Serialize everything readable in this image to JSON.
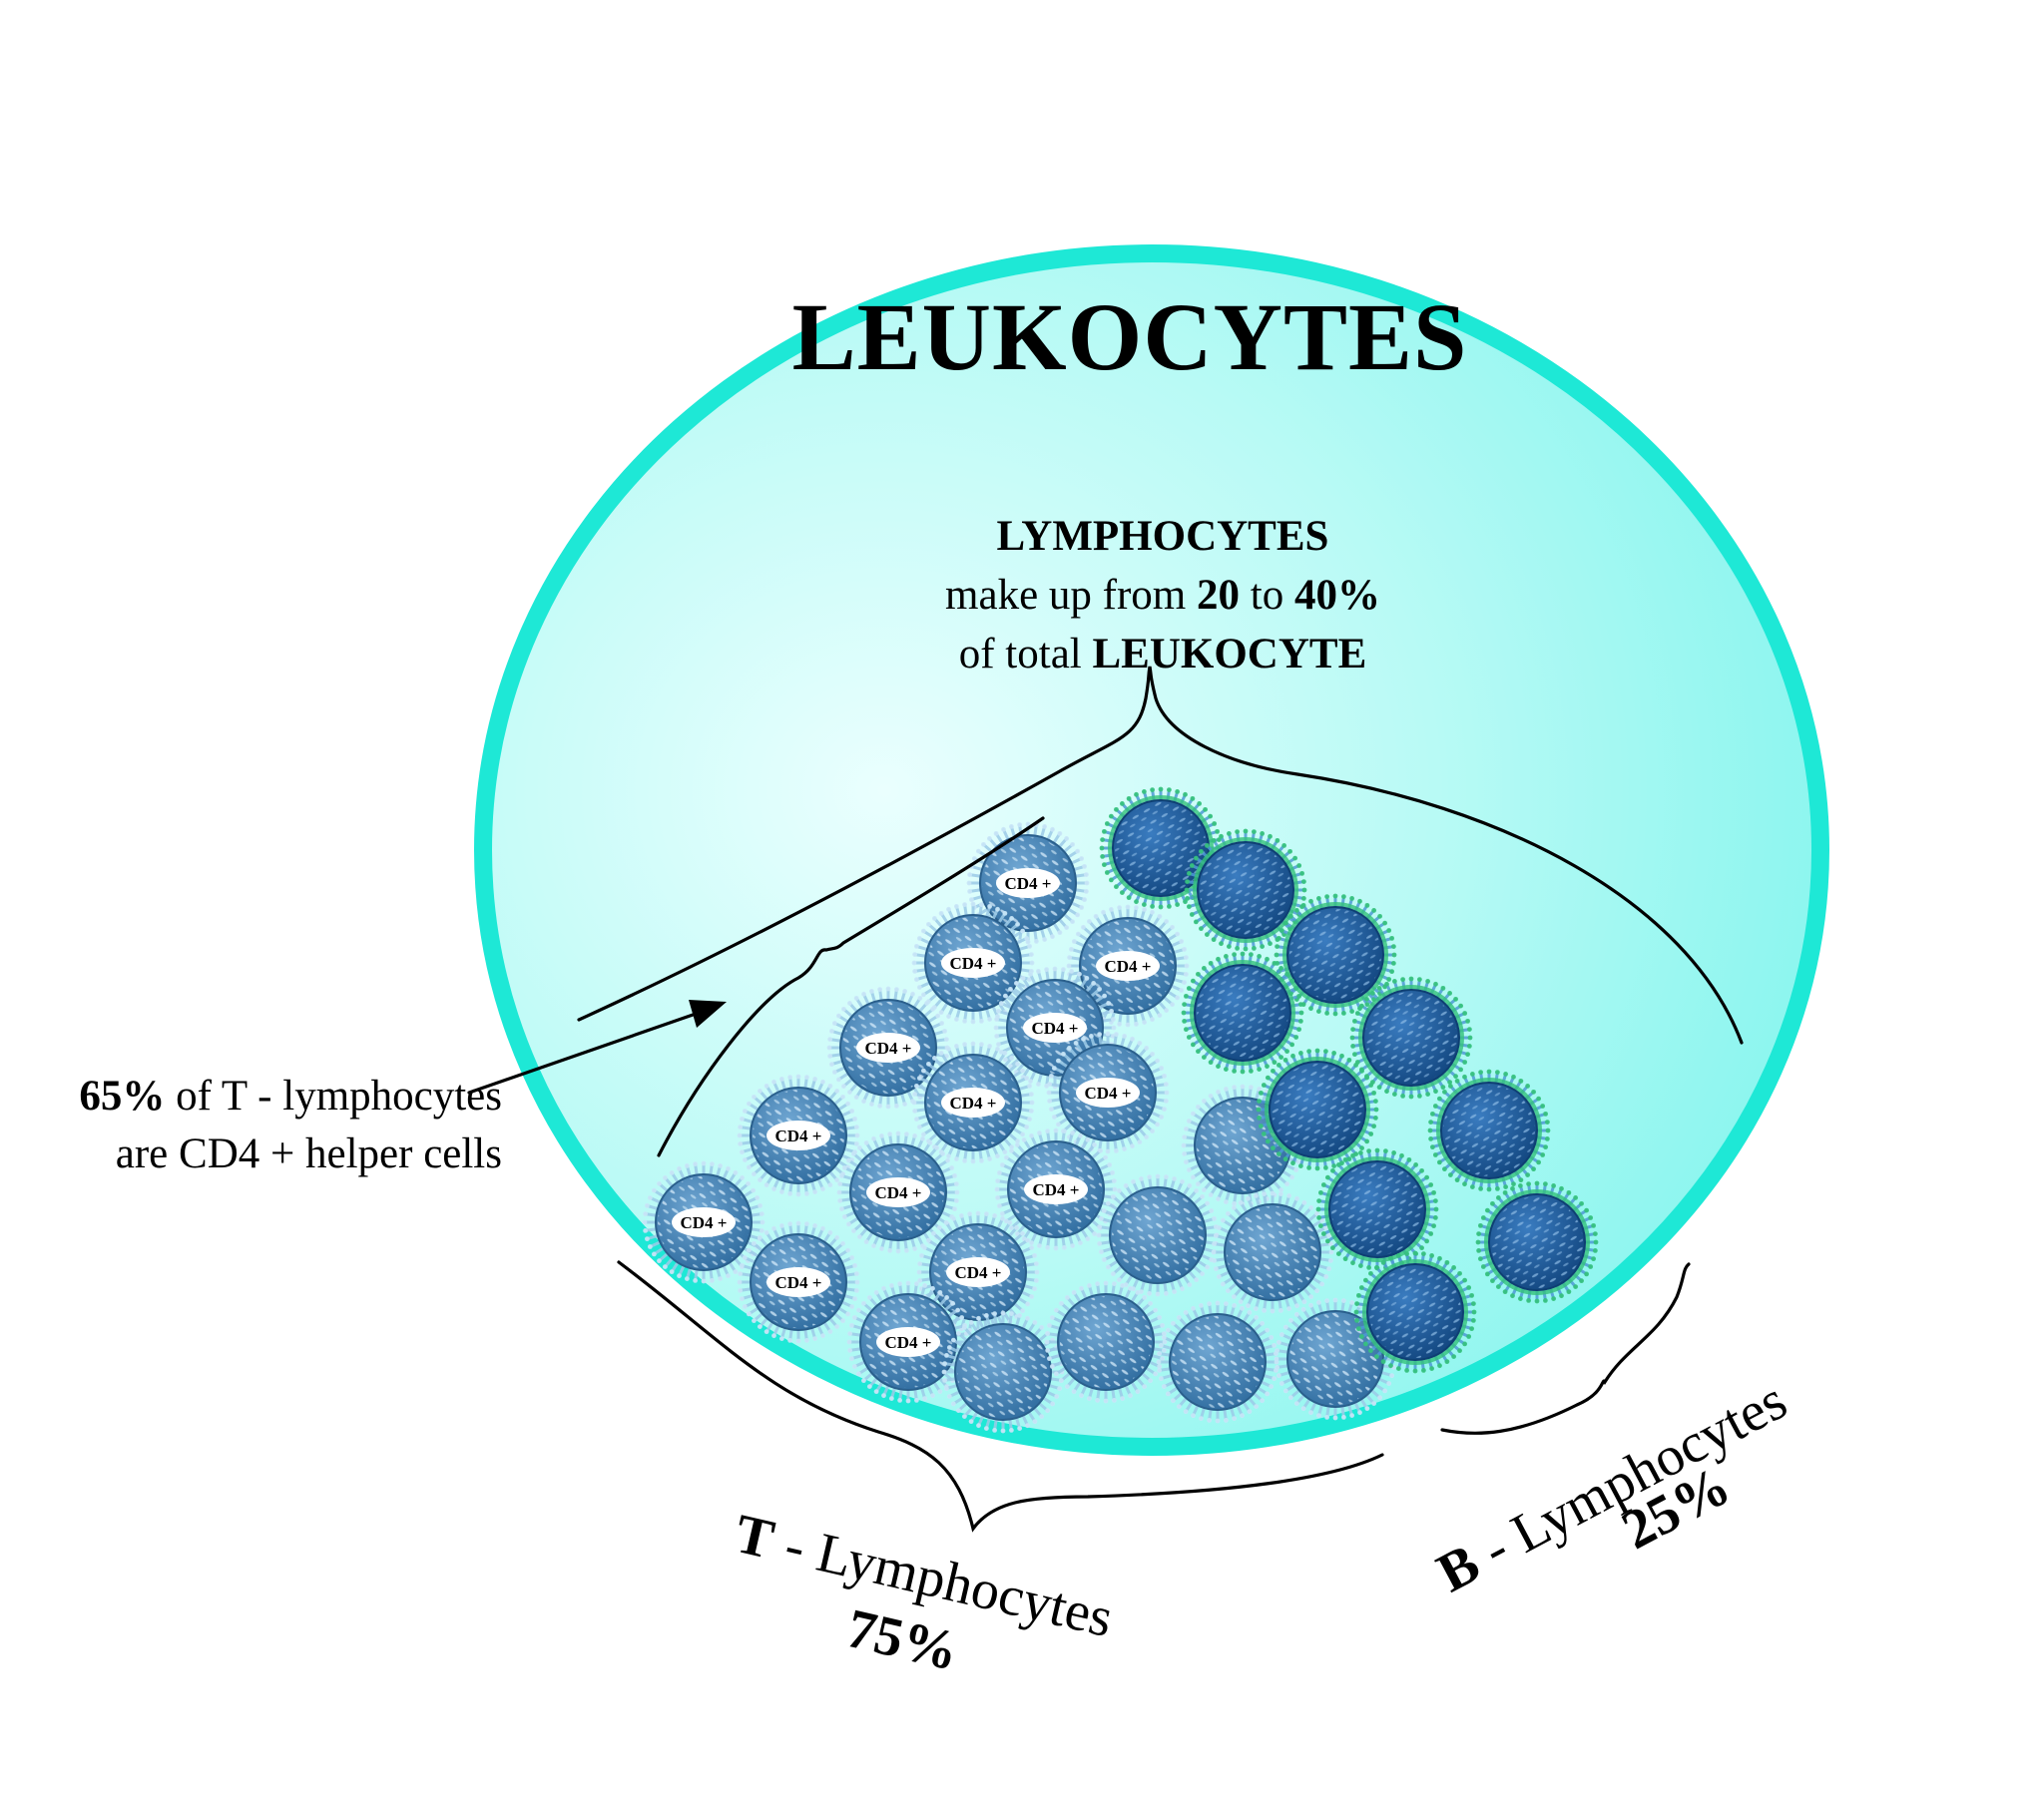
{
  "title": "LEUKOCYTES",
  "lymphocytes": {
    "heading": "LYMPHOCYTES",
    "line2_prefix": "make up from ",
    "low": "20",
    "line2_mid": " to ",
    "high": "40%",
    "line3_prefix": "of total ",
    "line3_bold": "LEUKOCYTE"
  },
  "cd4_note": {
    "percent": "65%",
    "line1_rest": " of T - lymphocytes",
    "line2": "are CD4 + helper cells"
  },
  "t_lymphocytes": {
    "letter": "T",
    "label": " - Lymphocytes",
    "percent": "75%"
  },
  "b_lymphocytes": {
    "letter": "B",
    "label": " - Lymphocytes",
    "percent": "25%"
  },
  "cell_marker": "CD4 +",
  "colors": {
    "outer_circle_fill": "#8ff4ef",
    "outer_circle_stroke": "#1ee8d6",
    "t_cell": "#4a86b8",
    "b_cell": "#1f5fa0",
    "b_cell_ring": "#35c27a"
  }
}
